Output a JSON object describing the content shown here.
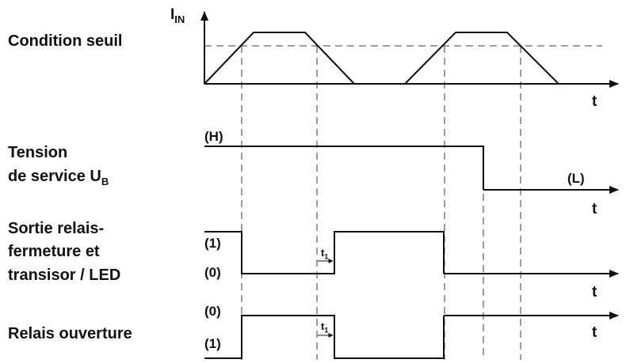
{
  "rows": {
    "threshold": {
      "label": "Condition seuil"
    },
    "voltage": {
      "label_line1": "Tension",
      "label_line2": "de service U",
      "label_sub": "B",
      "level_high": "(H)",
      "level_low": "(L)"
    },
    "output": {
      "label_line1": "Sortie relais-",
      "label_line2": "fermeture et",
      "label_line3": "transisor / LED",
      "level_1": "(1)",
      "level_0": "(0)"
    },
    "opener": {
      "label": "Relais ouverture",
      "level_0": "(0)",
      "level_1": "(1)"
    }
  },
  "axes": {
    "y_label": "I",
    "y_sub": "IN",
    "time_label": "t"
  },
  "delay": {
    "label": "t",
    "sub": "1"
  }
}
